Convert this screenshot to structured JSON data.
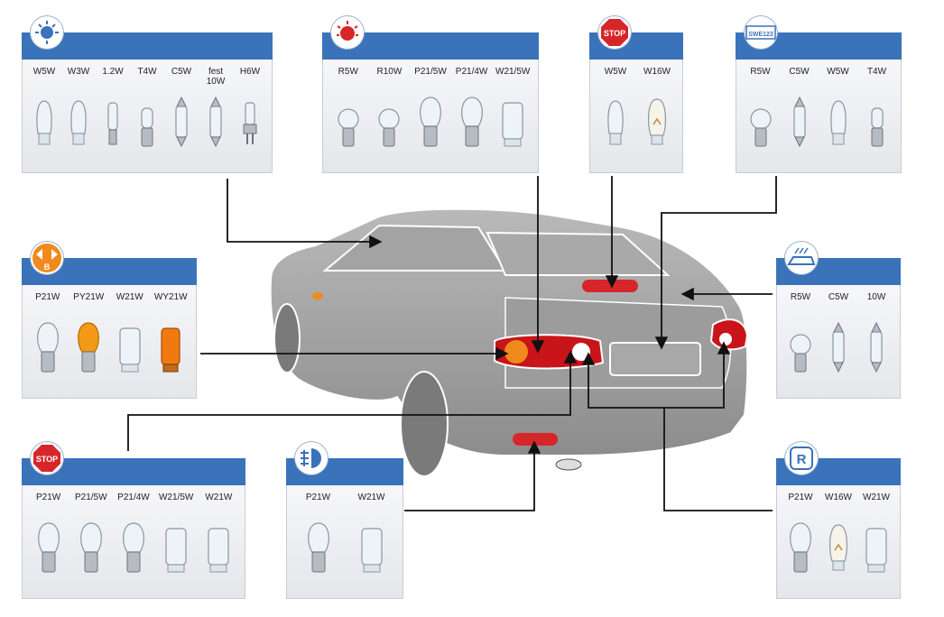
{
  "panels": [
    {
      "id": "interior",
      "icon": "dome-light-icon",
      "items": [
        "W5W",
        "W3W",
        "1.2W",
        "T4W",
        "C5W",
        "fest\n10W",
        "H6W"
      ],
      "types": [
        "wedge",
        "wedge",
        "midget",
        "ba",
        "festoon",
        "festoon",
        "halogen"
      ]
    },
    {
      "id": "rear-position",
      "icon": "rear-position-light-icon",
      "items": [
        "R5W",
        "R10W",
        "P21/5W",
        "P21/4W",
        "W21/5W"
      ],
      "types": [
        "ball",
        "ball",
        "p21",
        "p21",
        "wedge-big"
      ]
    },
    {
      "id": "third-stop",
      "icon": "stop-icon",
      "icon_text": "STOP",
      "items": [
        "W5W",
        "W16W"
      ],
      "types": [
        "wedge",
        "wedge-w16"
      ]
    },
    {
      "id": "plate",
      "icon": "license-plate-icon",
      "icon_text": "SWE123",
      "items": [
        "R5W",
        "C5W",
        "W5W",
        "T4W"
      ],
      "types": [
        "ball",
        "festoon",
        "wedge",
        "ba"
      ]
    },
    {
      "id": "indicator",
      "icon": "turn-indicator-icon",
      "icon_text": "B",
      "items": [
        "P21W",
        "PY21W",
        "W21W",
        "WY21W"
      ],
      "types": [
        "p21",
        "p21-amber",
        "wedge-big",
        "wedge-amber"
      ]
    },
    {
      "id": "trunk",
      "icon": "trunk-light-icon",
      "items": [
        "R5W",
        "C5W",
        "10W"
      ],
      "types": [
        "ball",
        "festoon",
        "festoon"
      ]
    },
    {
      "id": "brake",
      "icon": "stop-icon",
      "icon_text": "STOP",
      "items": [
        "P21W",
        "P21/5W",
        "P21/4W",
        "W21/5W",
        "W21W"
      ],
      "types": [
        "p21",
        "p21",
        "p21",
        "wedge-big",
        "wedge-big"
      ]
    },
    {
      "id": "fog",
      "icon": "fog-light-icon",
      "items": [
        "P21W",
        "W21W"
      ],
      "types": [
        "p21",
        "wedge-big"
      ]
    },
    {
      "id": "reverse",
      "icon": "reverse-light-icon",
      "icon_text": "R",
      "items": [
        "P21W",
        "W16W",
        "W21W"
      ],
      "types": [
        "p21",
        "wedge-w16",
        "wedge-big"
      ]
    }
  ],
  "colors": {
    "panel_bar": "#3a73ba",
    "car_body": "#9a9a9a",
    "tail_red": "#c9141a",
    "amber": "#f08a1c",
    "stop_red": "#d7262a"
  }
}
